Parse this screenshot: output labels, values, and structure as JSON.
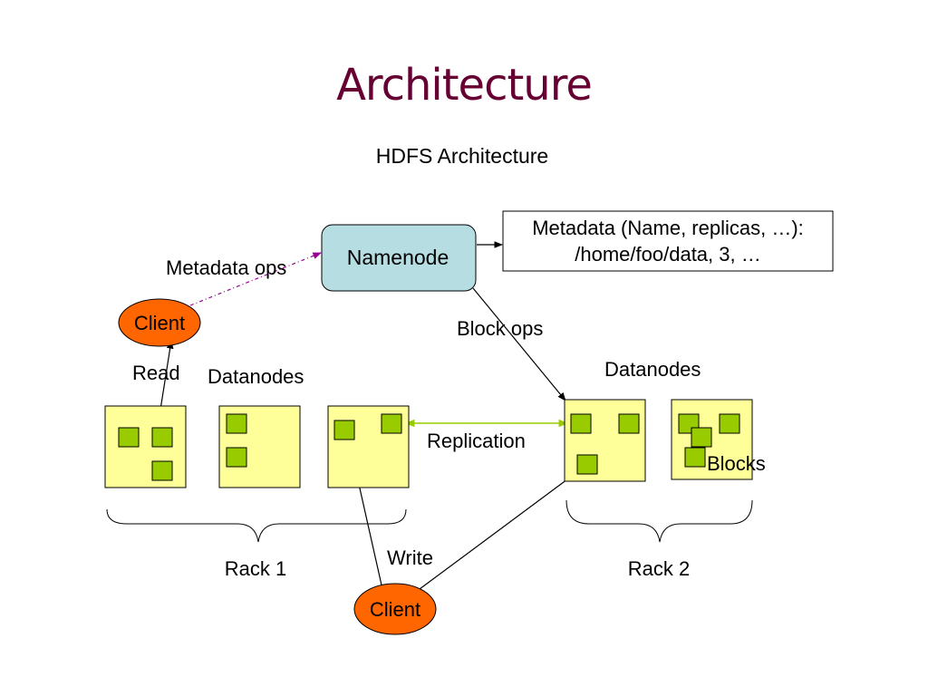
{
  "slide": {
    "title": "Architecture",
    "subtitle": "HDFS Architecture"
  },
  "colors": {
    "title": "#660033",
    "namenode_fill": "#b6dde2",
    "datanode_fill": "#ffff99",
    "block_fill": "#99cc00",
    "client_fill": "#ff6600",
    "replication_arrow": "#99cc00",
    "metadata_ops_arrow": "#990099"
  },
  "namenode": {
    "label": "Namenode"
  },
  "metadata_box": {
    "line1": "Metadata (Name, replicas, …):",
    "line2": "/home/foo/data, 3, …"
  },
  "labels": {
    "metadata_ops": "Metadata ops",
    "block_ops": "Block ops",
    "read": "Read",
    "write": "Write",
    "replication": "Replication",
    "blocks": "Blocks",
    "datanodes_left": "Datanodes",
    "datanodes_right": "Datanodes",
    "rack1": "Rack 1",
    "rack2": "Rack 2"
  },
  "clients": {
    "top": "Client",
    "bottom": "Client"
  }
}
